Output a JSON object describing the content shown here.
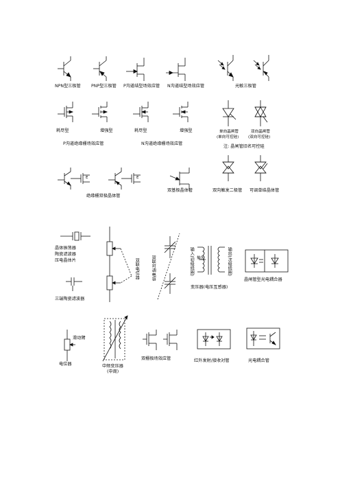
{
  "labels": {
    "npn": "NPN型三极管",
    "pnp": "PNP型三极管",
    "jfet_p": "P沟道结型场效应管",
    "jfet_n": "N沟道结型场效应管",
    "photo_transistor": "光敏三极管",
    "depletion_1": "耗尽型",
    "enhancement_1": "增强型",
    "depletion_2": "耗尽型",
    "enhancement_2": "增强型",
    "mos_p": "P沟道绝缘栅场效应管",
    "mos_n": "N沟道绝缘栅场效应管",
    "scr_uni_1": "单向晶闸管",
    "scr_uni_2": "(单向可控硅)",
    "scr_bi_1": "双向晶闸管",
    "scr_bi_2": "(双向可控硅)",
    "scr_note": "注: 晶闸管旧名可控硅",
    "igbt": "绝缘栅双极晶体管",
    "igbt_e1": "E",
    "igbt_e2": "E",
    "bjt_base": "双基极晶体管",
    "diac": "双向触发二极管",
    "triac_cut": "可调单结晶体管",
    "crystal_1": "晶体振荡器",
    "crystal_2": "陶瓷滤波器",
    "crystal_3": "压电晶体片",
    "ceramic3": "三端陶瓷滤波器",
    "dual_pot": "双联电位器",
    "dual_cap": "双联可调电容",
    "transformer": "变压器(电压互感器)",
    "tr_tap": "抽头",
    "tr_primary": "输入(初级线圈)",
    "tr_secondary": "输出(次级线圈)",
    "opto_scr": "晶闸管型光电耦合器",
    "slider": "滑动臂",
    "potentiometer": "电位器",
    "mid_transformer_1": "中频变压器",
    "mid_transformer_2": "(中周)",
    "dual_gate_fet": "双栅极场效应管",
    "ir_pair": "红外发射/接收对管",
    "opto_transistor": "光电耦合管"
  }
}
